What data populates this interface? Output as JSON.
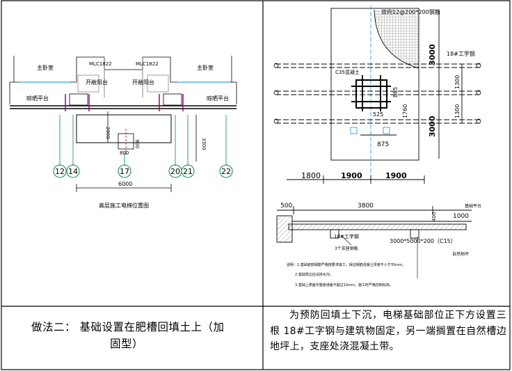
{
  "left_drawing": {
    "rooms": [
      "主卧室",
      "主卧室"
    ],
    "windows": [
      "MLC1822",
      "MLC1822"
    ],
    "balconies": [
      "开敞阳台",
      "开敞阳台"
    ],
    "platforms": [
      "晾晒平台",
      "晾晒平台"
    ],
    "dims": {
      "d2900": "2900",
      "d3300": "3300",
      "d800": "800",
      "d900": "900",
      "d6000": "6000"
    },
    "axes": [
      "12",
      "14",
      "17",
      "20",
      "21",
      "22"
    ],
    "caption": "高层施工电梯位置图"
  },
  "right_plan": {
    "top_note": "双向12@200*200钢筋",
    "beam_label": "18#工字钢",
    "c35_label": "C35混凝土",
    "dims": {
      "d3000a": "3000",
      "d1300a": "1300",
      "d1300b": "1300",
      "d3000b": "3000",
      "d885": "885",
      "d1760": "1760",
      "d525": "525",
      "d875": "875",
      "d1800": "1800",
      "d1900a": "1900",
      "d1900b": "1900"
    }
  },
  "right_section": {
    "dims": {
      "d500": "500",
      "d3800": "3800",
      "d1000": "1000",
      "d400": "400"
    },
    "beam_label": "18#工字钢",
    "support_label": "3个支座钢板",
    "slab_label": "3000*5000*200（C15）",
    "notes_right": [
      "基础平台",
      "自然地坪"
    ],
    "notes": [
      "说明：1.基础底部钢筋严格按要求施工，保证钢筋混凝土厚度不小于35mm。",
      "2.基础周边应设排水沟。",
      "3.基础上表面平整度误差不超过10mm，施工时严格控制标高。"
    ]
  },
  "method": {
    "label": "做法二：",
    "title_line1": "基础设置在肥槽回填土上（加",
    "title_line2": "固型）"
  },
  "description": "为预防回填土下沉，电梯基础部位正下方设置三根 18#工字钢与建筑物固定，另一端搁置在自然槽边地坪上，支座处浇混凝土带。"
}
